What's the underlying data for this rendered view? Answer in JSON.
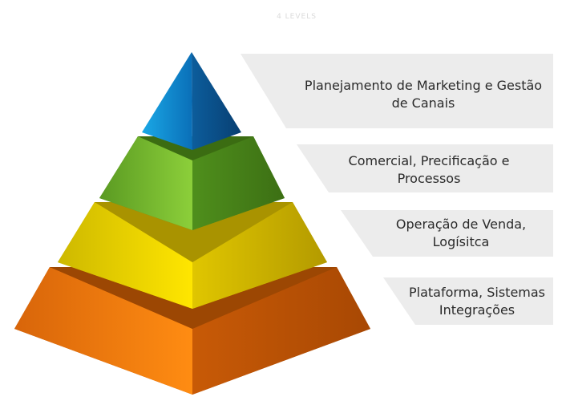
{
  "header": {
    "watermark": "4 LEVELS"
  },
  "pyramid": {
    "levels": [
      {
        "lines": [
          "Planejamento de Marketing e Gestão",
          "de Canais"
        ],
        "color": "#1e90d6"
      },
      {
        "lines": [
          "Comercial, Precificação e",
          "Processos"
        ],
        "color": "#6aab2a"
      },
      {
        "lines": [
          "Operação de Venda,",
          "Logísitca"
        ],
        "color": "#e8cf00"
      },
      {
        "lines": [
          "Plataforma, Sistemas",
          "Integrações"
        ],
        "color": "#f07a10"
      }
    ]
  },
  "colors": {
    "banner": "#ececec",
    "text": "#2a2a2a"
  }
}
